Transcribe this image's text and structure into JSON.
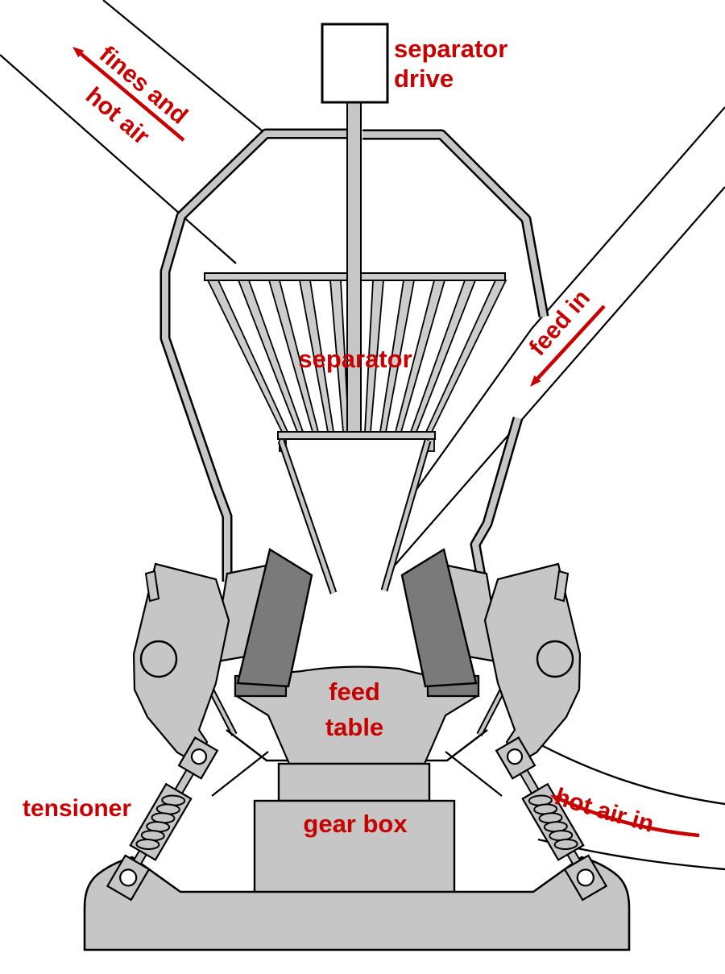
{
  "diagram": {
    "title": "vertical roller mill schematic",
    "colors": {
      "red": "#c80000",
      "machine_gray": "#c6c6c6",
      "roller_gray": "#7a7a7a",
      "vane_gray": "#cccccc",
      "outline": "#000000",
      "white": "#ffffff"
    },
    "labels": {
      "separator_drive": {
        "line1": "separator",
        "line2": "drive"
      },
      "fines": {
        "line1": "fines and",
        "line2": "hot air"
      },
      "feed_in": {
        "text": "feed in"
      },
      "separator": {
        "text": "separator"
      },
      "feed_table": {
        "line1": "feed",
        "line2": "table"
      },
      "gear_box": {
        "text": "gear box"
      },
      "tensioner": {
        "text": "tensioner"
      },
      "hot_air_in": {
        "text": "hot air in"
      }
    },
    "arrows": {
      "fines_direction": "up-left",
      "feed_direction": "down-left",
      "hot_air_direction": "left"
    }
  }
}
